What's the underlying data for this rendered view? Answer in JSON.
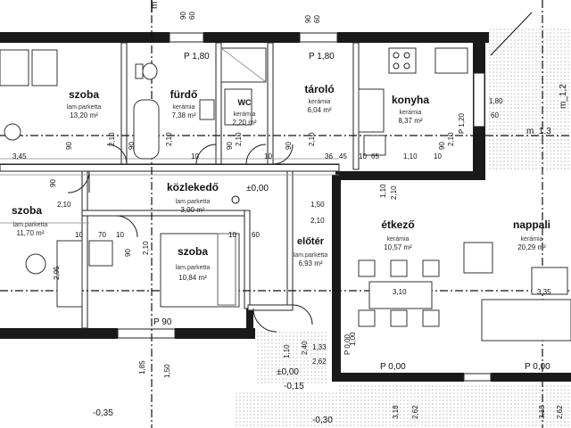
{
  "rooms": {
    "szoba_top": {
      "name": "szoba",
      "finish": "lam.parketta",
      "area": "13,20 m²"
    },
    "furdo": {
      "name": "fürdő",
      "finish": "kerámia",
      "area": "7,38 m²"
    },
    "wc": {
      "name": "WC",
      "finish": "kerámia",
      "area": "2,20 m²"
    },
    "tarolo": {
      "name": "tároló",
      "finish": "kerámia",
      "area": "6,04 m²"
    },
    "konyha": {
      "name": "konyha",
      "finish": "kerámia",
      "area": "8,37 m²"
    },
    "kozlekedo": {
      "name": "közlekedő",
      "finish": "lam.parketta",
      "area": "3,90 m²"
    },
    "szoba_left": {
      "name": "szoba",
      "finish": "lam.parketta",
      "area": "11,70 m²"
    },
    "szoba_mid": {
      "name": "szoba",
      "finish": "lam.parketta",
      "area": "10,84 m²"
    },
    "eloter": {
      "name": "előtér",
      "finish": "lam.parketta",
      "area": "6,93 m²"
    },
    "etkezo": {
      "name": "étkező",
      "finish": "kerámia",
      "area": "10,57 m²"
    },
    "nappali": {
      "name": "nappali",
      "finish": "kerámia",
      "area": "20,29 m²"
    }
  },
  "levels": {
    "kozlekedo": "±0,00",
    "entrance": "±0,00",
    "step": "-0,15",
    "outside_left": "-0,35",
    "outside_bottom": "-0,30",
    "p_etkezo": "P 0,00",
    "p_nappali": "P 0,00",
    "p_eloter": "P 0,00"
  },
  "annotations": {
    "axis_m13": "m_1.3",
    "axis_m12": "m_1,2",
    "axis_m_top": "m",
    "p180_a": "P 1,80",
    "p180_b": "P 1,80",
    "p120": "P 1,20",
    "p90": "P 90"
  },
  "dimensions": {
    "top_90a": "90",
    "top_60a": "60",
    "top_90b": "90",
    "top_60b": "60",
    "r_180": "1,80",
    "r_60": "60",
    "d_345": "3,45",
    "d_90a": "90",
    "d_210a": "2,10",
    "d_90b": "90",
    "d_210b": "2,10",
    "d_10a": "10",
    "d_90c": "90",
    "d_210c": "2,10",
    "d_10b": "10",
    "d_90d": "90",
    "d_210d": "2,10",
    "d_36": "36",
    "d_45": "45",
    "d_10c": "10",
    "d_65": "65",
    "d_110": "1,10",
    "d_10d": "10",
    "d_90e": "90",
    "d_210e": "2,10",
    "l_90": "90",
    "l_210": "2,10",
    "v_110": "1,10",
    "v_210a": "2,10",
    "v_150": "1,50",
    "v_210b": "2,10",
    "row_10a": "10",
    "row_70": "70",
    "row_10b": "10",
    "row_10c": "10",
    "row_60": "60",
    "d_295": "2,95",
    "v_90": "90",
    "v_210c": "2,10",
    "v_310": "3,10",
    "v_335": "3,35",
    "v_110b": "1,10",
    "v_240": "2,40",
    "v_133": "1,33",
    "v_262a": "2,62",
    "v_185": "1,85",
    "v_150b": "1,50",
    "v_318a": "3,18",
    "v_262b": "2,62",
    "v_318b": "3,18",
    "v_262c": "2,62",
    "v_100": "1,00",
    "v_120": "1,20"
  }
}
